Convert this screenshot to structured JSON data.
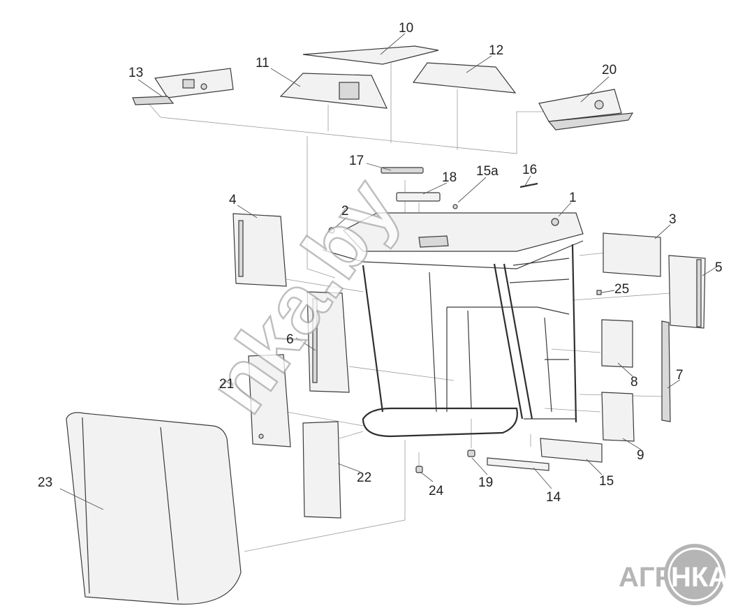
{
  "diagram": {
    "callouts": [
      {
        "id": "c1",
        "label": "1"
      },
      {
        "id": "c2",
        "label": "2"
      },
      {
        "id": "c3",
        "label": "3"
      },
      {
        "id": "c4",
        "label": "4"
      },
      {
        "id": "c5",
        "label": "5"
      },
      {
        "id": "c6",
        "label": "6"
      },
      {
        "id": "c7",
        "label": "7"
      },
      {
        "id": "c8",
        "label": "8"
      },
      {
        "id": "c9",
        "label": "9"
      },
      {
        "id": "c10",
        "label": "10"
      },
      {
        "id": "c11",
        "label": "11"
      },
      {
        "id": "c12",
        "label": "12"
      },
      {
        "id": "c13",
        "label": "13"
      },
      {
        "id": "c14",
        "label": "14"
      },
      {
        "id": "c15",
        "label": "15"
      },
      {
        "id": "c15a",
        "label": "15а"
      },
      {
        "id": "c16",
        "label": "16"
      },
      {
        "id": "c17",
        "label": "17"
      },
      {
        "id": "c18",
        "label": "18"
      },
      {
        "id": "c19",
        "label": "19"
      },
      {
        "id": "c20",
        "label": "20"
      },
      {
        "id": "c21",
        "label": "21"
      },
      {
        "id": "c22",
        "label": "22"
      },
      {
        "id": "c23",
        "label": "23"
      },
      {
        "id": "c24",
        "label": "24"
      },
      {
        "id": "c25",
        "label": "25"
      }
    ]
  },
  "watermark": {
    "text": "nka.by"
  },
  "logo": {
    "left": "АГРО",
    "right": "НКА"
  },
  "colors": {
    "ink": "#222222",
    "line": "#555555",
    "logo_grey": "#b5b5b5",
    "watermark_stroke": "#aaaaaa"
  }
}
